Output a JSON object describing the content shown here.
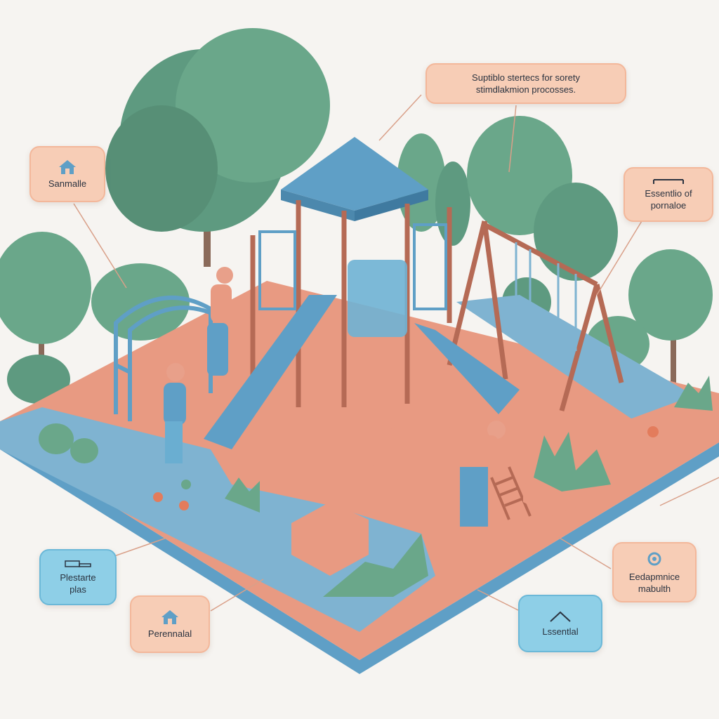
{
  "callouts": {
    "top": {
      "line1": "Suptiblo stertecs for sorety",
      "line2": "stimdlakmion procosses."
    },
    "left": {
      "label": "Sanmalle",
      "icon": "house-icon"
    },
    "right": {
      "line1": "Essentlio of",
      "line2": "pornaloe",
      "icon": "bar-icon"
    },
    "bottom_left": {
      "line1": "Plestarte",
      "line2": "plas",
      "icon": "bench-icon"
    },
    "bottom_mid_left": {
      "label": "Perennalal",
      "icon": "house-icon"
    },
    "bottom_mid_right": {
      "label": "Lssentlal",
      "icon": "roof-icon"
    },
    "bottom_right": {
      "line1": "Eedapmnice",
      "line2": "mabulth",
      "icon": "gear-icon"
    }
  },
  "colors": {
    "accent_peach": "#f7cdb6",
    "accent_blue": "#8ecfe7",
    "rubber_surface": "#e89a82",
    "path_blue": "#7fb3d1",
    "tree_green": "#5e9a80",
    "equipment_blue": "#5f9fc6"
  }
}
